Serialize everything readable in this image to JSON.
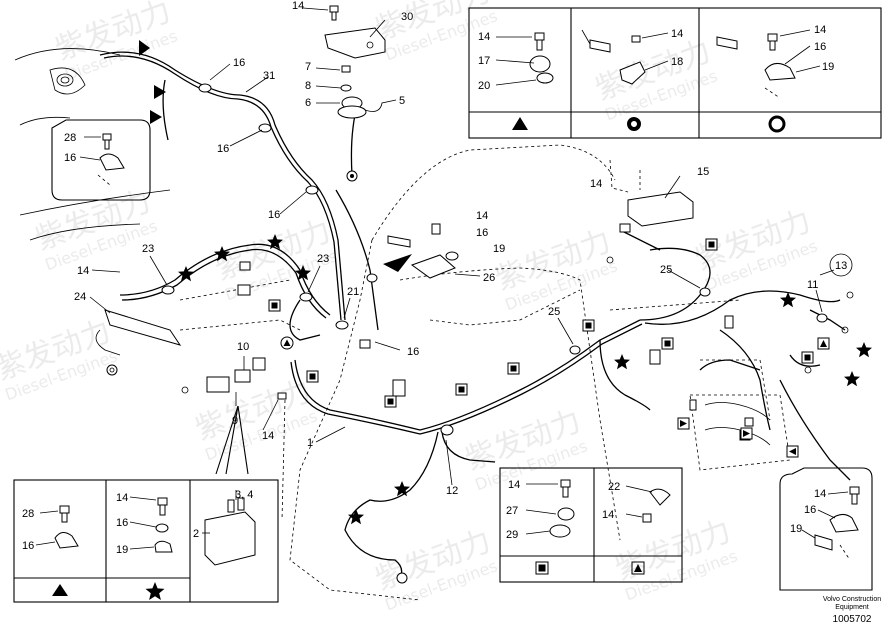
{
  "watermark": {
    "brand_cn": "紫发动力",
    "brand_en": "Diesel-Engines",
    "color": "#c8c8c8"
  },
  "callouts": {
    "c1": "1",
    "c2": "2",
    "c34": "3, 4",
    "c5": "5",
    "c6": "6",
    "c7": "7",
    "c8": "8",
    "c9": "9",
    "c10": "10",
    "c11": "11",
    "c12": "12",
    "c13": "13",
    "c14": "14",
    "c15": "15",
    "c16": "16",
    "c17": "17",
    "c18": "18",
    "c19": "19",
    "c20": "20",
    "c21": "21",
    "c22": "22",
    "c23": "23",
    "c24": "24",
    "c25": "25",
    "c26": "26",
    "c27": "27",
    "c28": "28",
    "c29": "29",
    "c30": "30",
    "c31": "31"
  },
  "legend_symbols": [
    "filled-triangle",
    "filled-circle",
    "ring",
    "filled-square",
    "filled-star"
  ],
  "footer": {
    "caption_line1": "Volvo Construction",
    "caption_line2": "Equipment",
    "part_number": "1005702"
  }
}
